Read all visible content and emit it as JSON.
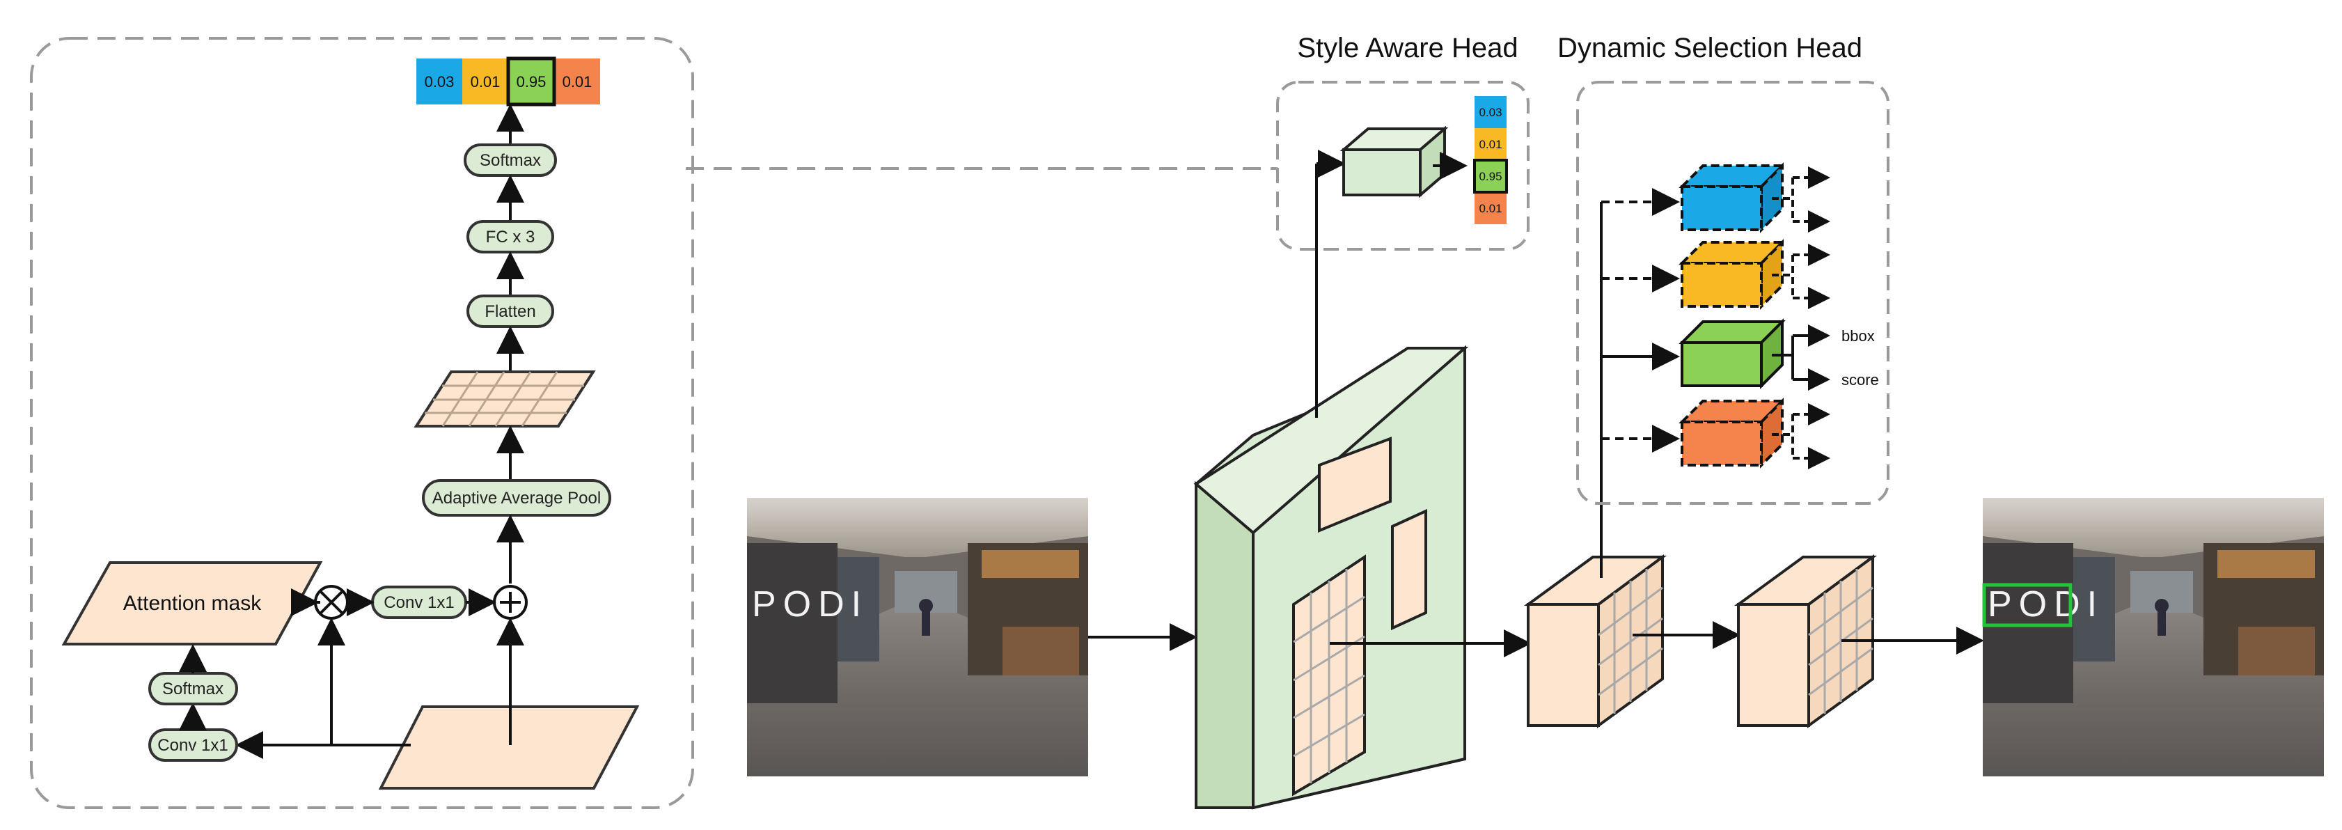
{
  "headers": {
    "style_aware": "Style Aware Head",
    "dynamic_selection": "Dynamic Selection Head"
  },
  "attention_module": {
    "attention_mask": "Attention mask",
    "softmax_bottom": "Softmax",
    "conv_bottom": "Conv 1x1",
    "conv_mid": "Conv 1x1",
    "adaptive_pool": "Adaptive Average Pool",
    "flatten": "Flatten",
    "fc": "FC x 3",
    "softmax_top": "Softmax",
    "multiply_symbol": "⊗",
    "add_symbol": "+"
  },
  "probabilities": [
    {
      "value": "0.03",
      "color": "#1ba8e6"
    },
    {
      "value": "0.01",
      "color": "#f9b925"
    },
    {
      "value": "0.95",
      "color": "#8bd155",
      "selected": true
    },
    {
      "value": "0.01",
      "color": "#f5844c"
    }
  ],
  "selection_heads": [
    {
      "color": "#1ba8e6",
      "style": "dashed"
    },
    {
      "color": "#f9b925",
      "style": "dashed"
    },
    {
      "color": "#8bd155",
      "style": "solid",
      "outputs": [
        "bbox",
        "score"
      ]
    },
    {
      "color": "#f5844c",
      "style": "dashed"
    }
  ],
  "images": {
    "input_sign": "PODI",
    "output_sign": "PODI"
  },
  "colors": {
    "node_fill": "#dcebd3",
    "feature_fill": "#fde5d0",
    "backbone_fill": "#d8ebd3",
    "dashed_border": "#9a9a9a"
  }
}
